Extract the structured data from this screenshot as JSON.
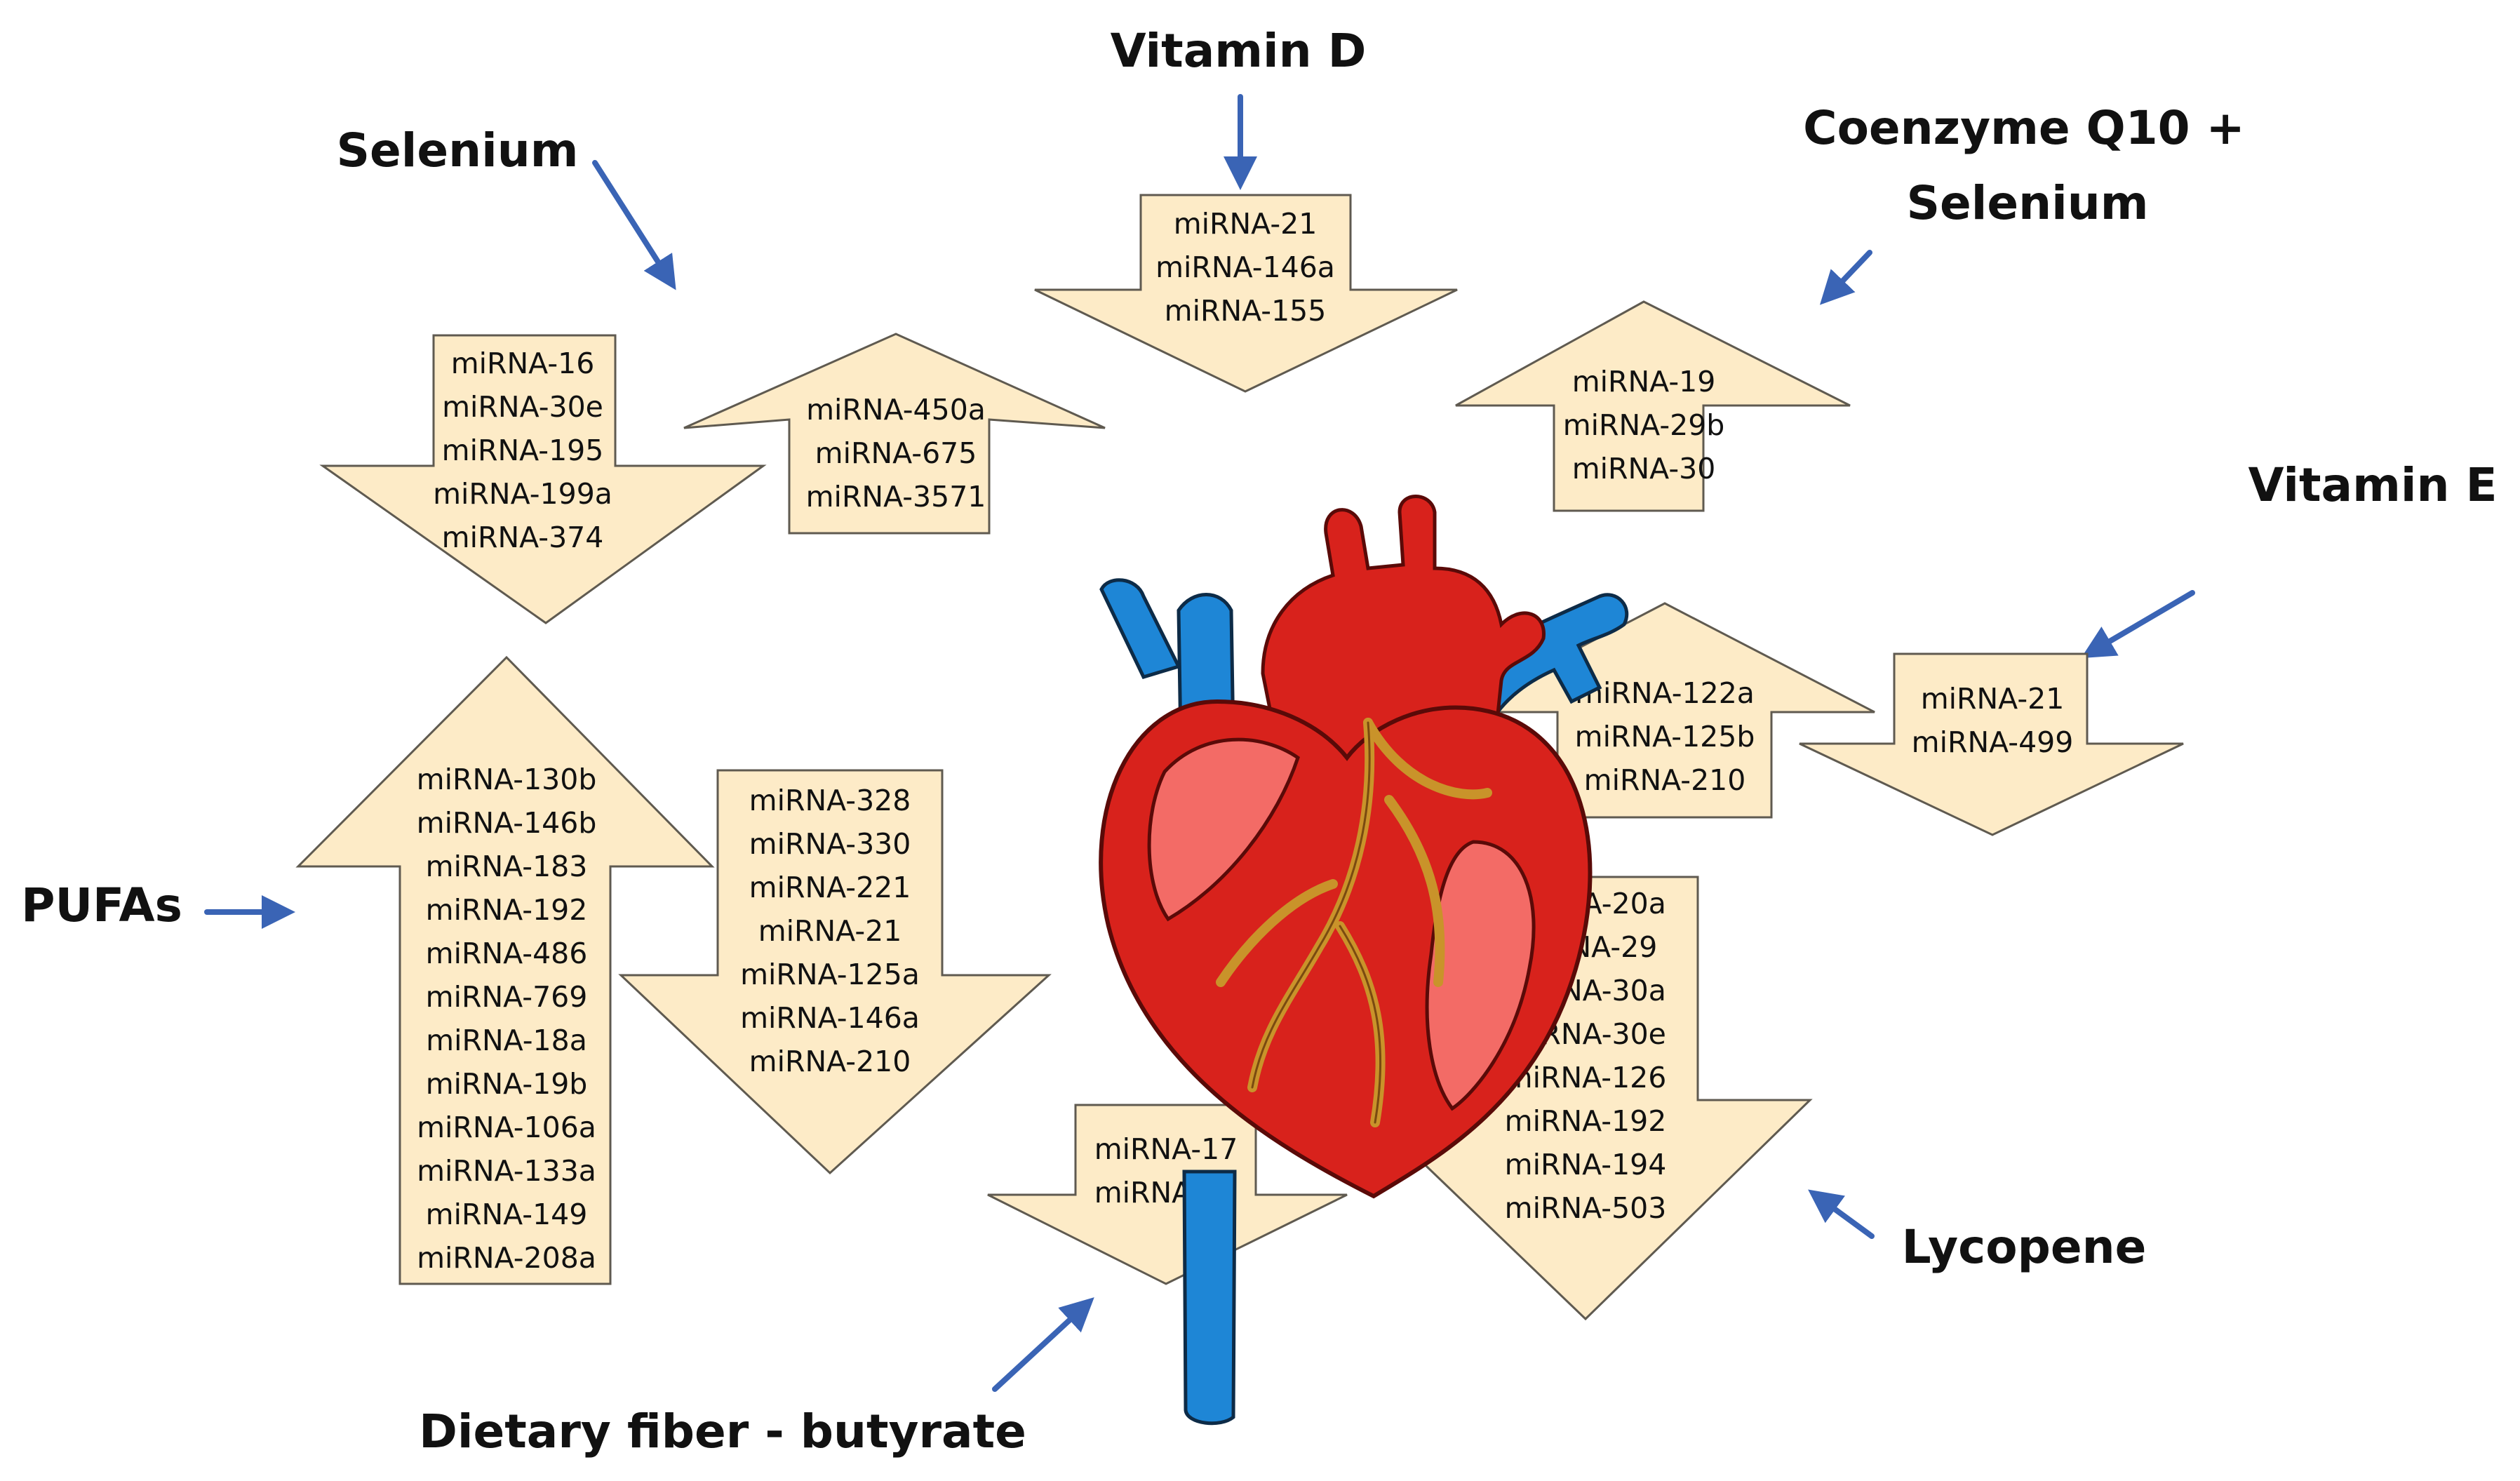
{
  "nutrients": {
    "vitamin_d": "Vitamin D",
    "selenium": "Selenium",
    "coq10_line1": "Coenzyme Q10 +",
    "coq10_line2": "Selenium",
    "vitamin_e": "Vitamin E",
    "pufas": "PUFAs",
    "lycopene": "Lycopene",
    "dietary_fiber": "Dietary fiber - butyrate"
  },
  "colors": {
    "arrow_fill": "#fdebc7",
    "pointer": "#3a64b5",
    "heart_red": "#d8221c",
    "heart_pink": "#f36b66",
    "vessel_blue": "#1e86d6",
    "coronary": "#c9932a"
  },
  "icons": [
    "heart-icon"
  ],
  "arrows": [
    {
      "id": "vitd",
      "direction": "down",
      "items": [
        "miRNA-21",
        "miRNA-146a",
        "miRNA-155"
      ]
    },
    {
      "id": "sel-down",
      "direction": "down",
      "items": [
        "miRNA-16",
        "miRNA-30e",
        "miRNA-195",
        "miRNA-199a",
        "miRNA-374"
      ]
    },
    {
      "id": "sel-up",
      "direction": "up",
      "items": [
        "miRNA-450a",
        "miRNA-675",
        "miRNA-3571"
      ]
    },
    {
      "id": "coq10",
      "direction": "up",
      "items": [
        "miRNA-19",
        "miRNA-29b",
        "miRNA-30"
      ]
    },
    {
      "id": "vite-up",
      "direction": "up",
      "items": [
        "miRNA-122a",
        "miRNA-125b",
        "miRNA-210"
      ]
    },
    {
      "id": "vite-down",
      "direction": "down",
      "items": [
        "miRNA-21",
        "miRNA-499"
      ]
    },
    {
      "id": "pufa-up",
      "direction": "up",
      "items": [
        "miRNA-130b",
        "miRNA-146b",
        "miRNA-183",
        "miRNA-192",
        "miRNA-486",
        "miRNA-769",
        "miRNA-18a",
        "miRNA-19b",
        "miRNA-106a",
        "miRNA-133a",
        "miRNA-149",
        "miRNA-208a"
      ]
    },
    {
      "id": "pufa-down",
      "direction": "down",
      "items": [
        "miRNA-328",
        "miRNA-330",
        "miRNA-221",
        "miRNA-21",
        "miRNA-125a",
        "miRNA-146a",
        "miRNA-210"
      ]
    },
    {
      "id": "lyc",
      "direction": "down",
      "items": [
        "miRNA-20a",
        "miRNA-29",
        "miRNA-30a",
        "miRNA-30e",
        "miRNA-126",
        "miRNA-192",
        "miRNA-194",
        "miRNA-503"
      ]
    },
    {
      "id": "fiber",
      "direction": "down",
      "items": [
        "miRNA-17",
        "miRNA-93"
      ]
    }
  ]
}
